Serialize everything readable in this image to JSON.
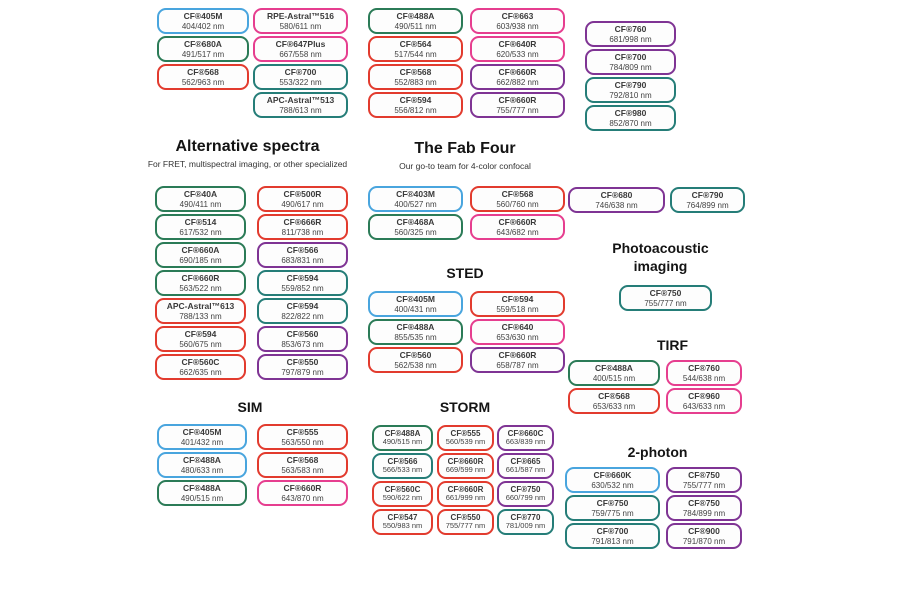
{
  "colors": {
    "blue": "#49A5DE",
    "green": "#2B7B57",
    "teal": "#257D78",
    "red": "#E23B2E",
    "pink": "#E63E8F",
    "purple": "#7F3494"
  },
  "top": {
    "col_a": [
      {
        "name": "CF®405M",
        "range": "404/402 nm",
        "color": "blue"
      },
      {
        "name": "CF®680A",
        "range": "491/517 nm",
        "color": "green"
      },
      {
        "name": "CF®568",
        "range": "562/963 nm",
        "color": "red"
      }
    ],
    "col_b": [
      {
        "name": "RPE-Astral™516",
        "range": "580/611 nm",
        "color": "pink"
      },
      {
        "name": "CF®647Plus",
        "range": "667/558 nm",
        "color": "pink"
      },
      {
        "name": "CF®700",
        "range": "553/322 nm",
        "color": "teal"
      },
      {
        "name": "APC-Astral™513",
        "range": "788/613 nm",
        "color": "teal"
      }
    ],
    "col_c": [
      {
        "name": "CF®488A",
        "range": "490/511 nm",
        "color": "green"
      },
      {
        "name": "CF®564",
        "range": "517/544 nm",
        "color": "red"
      },
      {
        "name": "CF®568",
        "range": "552/883 nm",
        "color": "red"
      },
      {
        "name": "CF®594",
        "range": "556/812 nm",
        "color": "red"
      }
    ],
    "col_d": [
      {
        "name": "CF®663",
        "range": "603/938 nm",
        "color": "pink"
      },
      {
        "name": "CF®640R",
        "range": "620/533 nm",
        "color": "pink"
      },
      {
        "name": "CF®660R",
        "range": "662/882 nm",
        "color": "purple"
      },
      {
        "name": "CF®660R",
        "range": "755/777 nm",
        "color": "purple"
      }
    ],
    "col_e": [
      {
        "name": "CF®760",
        "range": "681/998 nm",
        "color": "purple"
      },
      {
        "name": "CF®700",
        "range": "784/809 nm",
        "color": "purple"
      },
      {
        "name": "CF®790",
        "range": "792/810 nm",
        "color": "teal"
      },
      {
        "name": "CF®980",
        "range": "852/870 nm",
        "color": "teal"
      }
    ]
  },
  "sections": {
    "alternative": {
      "title": "Alternative spectra",
      "subtitle": "For FRET, multispectral imaging, or other specialized",
      "col_left": [
        {
          "name": "CF®40A",
          "range": "490/411 nm",
          "color": "green"
        },
        {
          "name": "CF®514",
          "range": "617/532 nm",
          "color": "green"
        },
        {
          "name": "CF®660A",
          "range": "690/185 nm",
          "color": "green"
        },
        {
          "name": "CF®660R",
          "range": "563/522 nm",
          "color": "green"
        },
        {
          "name": "APC-Astral™613",
          "range": "788/133 nm",
          "color": "red"
        },
        {
          "name": "CF®594",
          "range": "560/675 nm",
          "color": "red"
        },
        {
          "name": "CF®560C",
          "range": "662/635 nm",
          "color": "red"
        }
      ],
      "col_right": [
        {
          "name": "CF®500R",
          "range": "490/617 nm",
          "color": "red"
        },
        {
          "name": "CF®666R",
          "range": "811/738 nm",
          "color": "red"
        },
        {
          "name": "CF®566",
          "range": "683/831 nm",
          "color": "purple"
        },
        {
          "name": "CF®594",
          "range": "559/852 nm",
          "color": "teal"
        },
        {
          "name": "CF®594",
          "range": "822/822 nm",
          "color": "teal"
        },
        {
          "name": "CF®560",
          "range": "853/673 nm",
          "color": "purple"
        },
        {
          "name": "CF®550",
          "range": "797/879 nm",
          "color": "purple"
        }
      ]
    },
    "fab_four": {
      "title": "The Fab Four",
      "subtitle": "Our go-to team for 4-color confocal",
      "col_left": [
        {
          "name": "CF®403M",
          "range": "400/527 nm",
          "color": "blue"
        },
        {
          "name": "CF®468A",
          "range": "560/325 nm",
          "color": "green"
        }
      ],
      "col_right": [
        {
          "name": "CF®568",
          "range": "560/760 nm",
          "color": "red"
        },
        {
          "name": "CF®660R",
          "range": "643/682 nm",
          "color": "pink"
        }
      ]
    },
    "sted": {
      "title": "STED",
      "col_left": [
        {
          "name": "CF®405M",
          "range": "400/431 nm",
          "color": "blue"
        },
        {
          "name": "CF®488A",
          "range": "855/535 nm",
          "color": "green"
        },
        {
          "name": "CF®560",
          "range": "562/538 nm",
          "color": "red"
        }
      ],
      "col_right": [
        {
          "name": "CF®594",
          "range": "559/518 nm",
          "color": "red"
        },
        {
          "name": "CF®640",
          "range": "653/630 nm",
          "color": "pink"
        },
        {
          "name": "CF®660R",
          "range": "658/787 nm",
          "color": "purple"
        }
      ]
    },
    "right_pair": {
      "col_left": [
        {
          "name": "CF®680",
          "range": "746/638 nm",
          "color": "purple"
        }
      ],
      "col_right": [
        {
          "name": "CF®790",
          "range": "764/899 nm",
          "color": "teal"
        }
      ]
    },
    "photoacoustic": {
      "title": "Photoacoustic imaging",
      "boxes": [
        {
          "name": "CF®750",
          "range": "755/777 nm",
          "color": "teal"
        }
      ]
    },
    "tirf": {
      "title": "TIRF",
      "col_left": [
        {
          "name": "CF®488A",
          "range": "400/515 nm",
          "color": "green"
        },
        {
          "name": "CF®568",
          "range": "653/633 nm",
          "color": "red"
        }
      ],
      "col_right": [
        {
          "name": "CF®760",
          "range": "544/638 nm",
          "color": "pink"
        },
        {
          "name": "CF®960",
          "range": "643/633 nm",
          "color": "pink"
        }
      ]
    },
    "sim": {
      "title": "SIM",
      "col_left": [
        {
          "name": "CF®405M",
          "range": "401/432 nm",
          "color": "blue"
        },
        {
          "name": "CF®488A",
          "range": "480/633 nm",
          "color": "blue"
        },
        {
          "name": "CF®488A",
          "range": "490/515 nm",
          "color": "green"
        }
      ],
      "col_right": [
        {
          "name": "CF®555",
          "range": "563/550 nm",
          "color": "red"
        },
        {
          "name": "CF®568",
          "range": "563/583 nm",
          "color": "red"
        },
        {
          "name": "CF®660R",
          "range": "643/870 nm",
          "color": "pink"
        }
      ]
    },
    "storm": {
      "title": "STORM",
      "col_1": [
        {
          "name": "CF®488A",
          "range": "490/515 nm",
          "color": "green"
        },
        {
          "name": "CF®566",
          "range": "566/533 nm",
          "color": "teal"
        },
        {
          "name": "CF®560C",
          "range": "590/622 nm",
          "color": "red"
        },
        {
          "name": "CF®547",
          "range": "550/983 nm",
          "color": "red"
        }
      ],
      "col_2": [
        {
          "name": "CF®555",
          "range": "560/539 nm",
          "color": "red"
        },
        {
          "name": "CF®660R",
          "range": "669/599 nm",
          "color": "red"
        },
        {
          "name": "CF®660R",
          "range": "661/999 nm",
          "color": "red"
        },
        {
          "name": "CF®550",
          "range": "755/777 nm",
          "color": "red"
        }
      ],
      "col_3": [
        {
          "name": "CF®660C",
          "range": "663/839 nm",
          "color": "purple"
        },
        {
          "name": "CF®665",
          "range": "661/587 nm",
          "color": "purple"
        },
        {
          "name": "CF®750",
          "range": "660/799 nm",
          "color": "purple"
        },
        {
          "name": "CF®770",
          "range": "781/009 nm",
          "color": "teal"
        }
      ]
    },
    "two_photon": {
      "title": "2-photon",
      "col_left": [
        {
          "name": "CF®660K",
          "range": "630/532 nm",
          "color": "blue"
        },
        {
          "name": "CF®750",
          "range": "759/775 nm",
          "color": "teal"
        },
        {
          "name": "CF®700",
          "range": "791/813 nm",
          "color": "teal"
        }
      ],
      "col_right": [
        {
          "name": "CF®750",
          "range": "755/777 nm",
          "color": "purple"
        },
        {
          "name": "CF®750",
          "range": "784/899 nm",
          "color": "purple"
        },
        {
          "name": "CF®900",
          "range": "791/870 nm",
          "color": "purple"
        }
      ]
    }
  }
}
